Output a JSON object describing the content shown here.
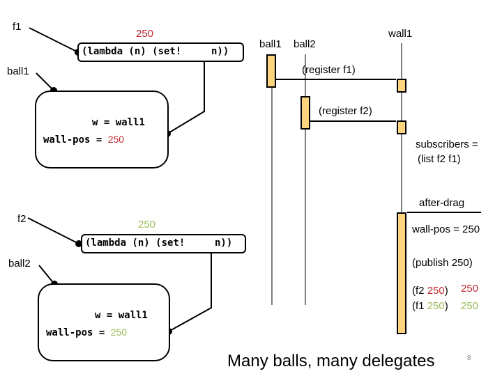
{
  "slide": {
    "title": "Many balls, many delegates",
    "page_number": "8"
  },
  "colors": {
    "f1_value": "#c0282f",
    "f2_value": "#9bbb59",
    "activation_fill": "#fdd57e"
  },
  "env_diagram": {
    "f1": {
      "name": "f1",
      "value_label": "250",
      "lambda_code_prefix": "(lambda (n) (set! ",
      "lambda_code_suffix": " n))"
    },
    "ball1": {
      "name": "ball1",
      "w_line": "w = wall1",
      "wall_pos_label": "wall-pos = ",
      "wall_pos_value": "250"
    },
    "f2": {
      "name": "f2",
      "value_label": "250",
      "lambda_code_prefix": "(lambda (n) (set! ",
      "lambda_code_suffix": " n))"
    },
    "ball2": {
      "name": "ball2",
      "w_line": "w = wall1",
      "wall_pos_label": "wall-pos = ",
      "wall_pos_value": "250"
    }
  },
  "sequence": {
    "lifelines": [
      "ball1",
      "ball2",
      "wall1"
    ],
    "messages": [
      {
        "label": "(register f1)"
      },
      {
        "label": "(register f2)"
      },
      {
        "label": "after-drag"
      }
    ],
    "notes": {
      "subscribers_line1": "subscribers =",
      "subscribers_line2": "(list f2 f1)",
      "wall_pos": "wall-pos = 250",
      "publish": "(publish 250)",
      "call_f2_prefix": "(f2 ",
      "call_f2_value": "250",
      "call_f2_suffix": ")",
      "call_f2_result": "250",
      "call_f1_prefix": "(f1 ",
      "call_f1_value": "250",
      "call_f1_suffix": ")",
      "call_f1_result": "250"
    }
  }
}
